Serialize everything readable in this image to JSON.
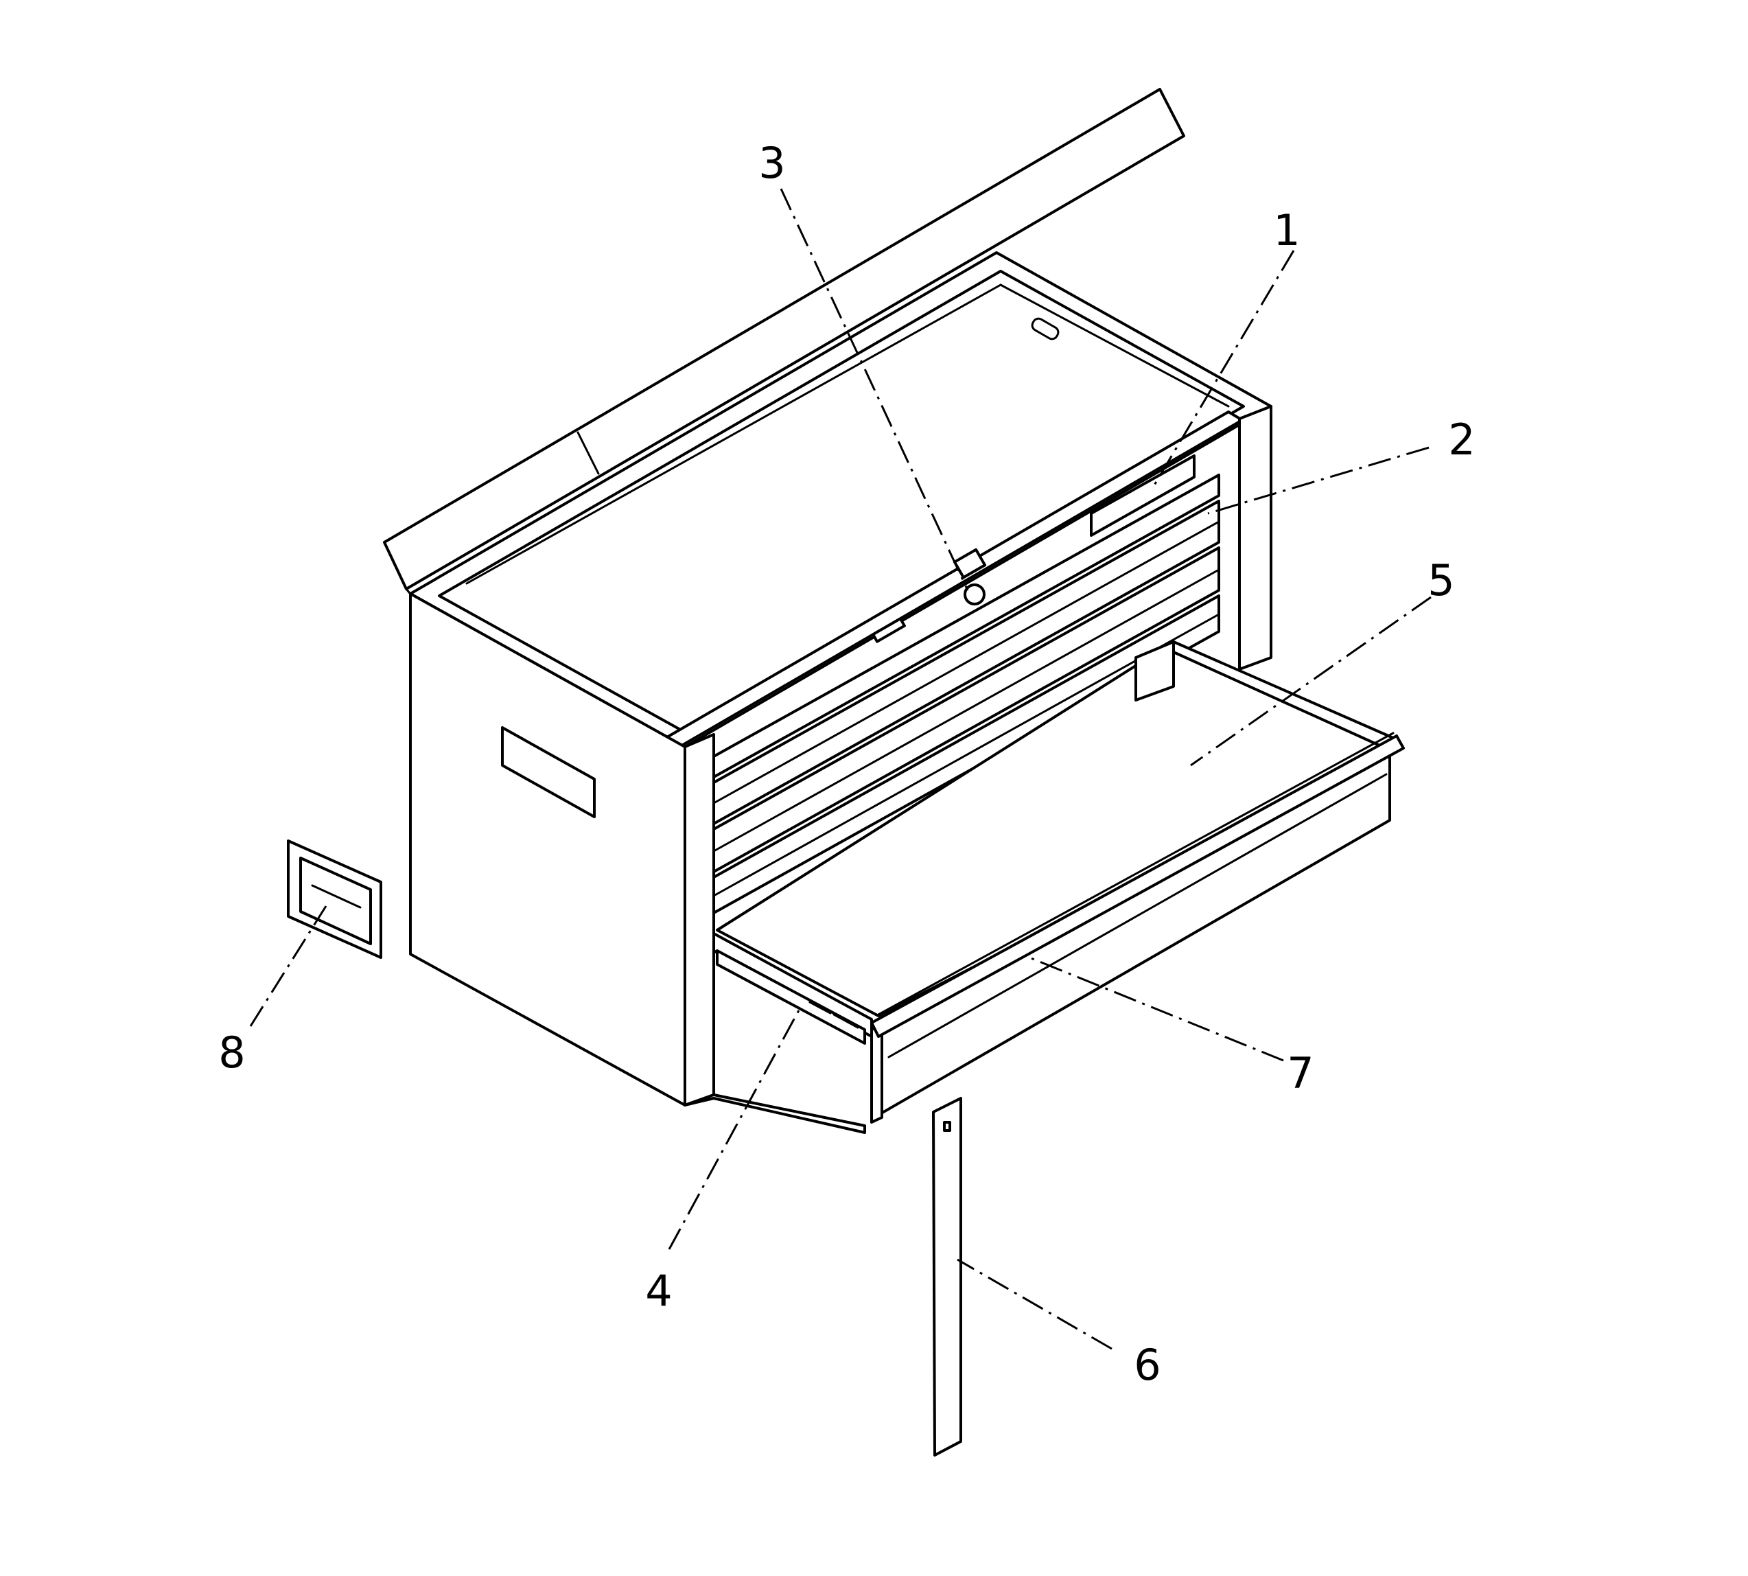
{
  "callouts": [
    {
      "id": "1",
      "text": "1"
    },
    {
      "id": "2",
      "text": "2"
    },
    {
      "id": "3",
      "text": "3"
    },
    {
      "id": "4",
      "text": "4"
    },
    {
      "id": "5",
      "text": "5"
    },
    {
      "id": "6",
      "text": "6"
    },
    {
      "id": "7",
      "text": "7"
    },
    {
      "id": "8",
      "text": "8"
    }
  ],
  "colors": {
    "line": "#000000",
    "background": "#ffffff"
  }
}
